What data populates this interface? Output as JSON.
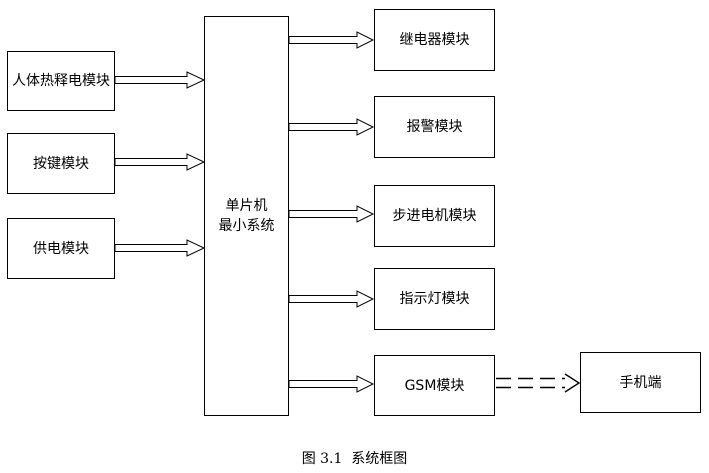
{
  "diagram": {
    "inputs": {
      "pir": "人体热释电模块",
      "keys": "按键模块",
      "power": "供电模块"
    },
    "mcu": {
      "line1": "单片机",
      "line2": "最小系统"
    },
    "outputs": {
      "relay": "继电器模块",
      "alarm": "报警模块",
      "stepper": "步进电机模块",
      "indicator": "指示灯模块",
      "gsm": "GSM模块"
    },
    "phone": "手机端",
    "caption": "图 3.1  系统框图"
  }
}
